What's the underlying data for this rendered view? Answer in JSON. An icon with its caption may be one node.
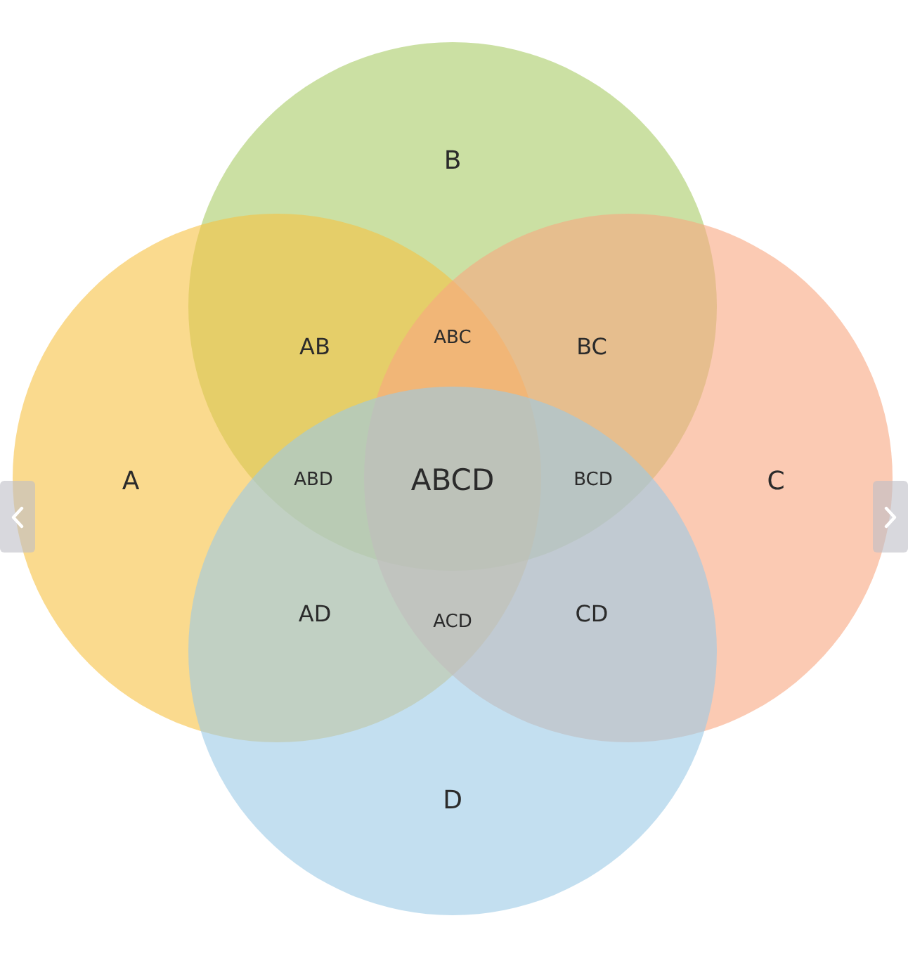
{
  "diagram": {
    "nodes": [
      {
        "text": [
          "B"
        ]
      },
      {
        "text": [
          "A"
        ]
      },
      {
        "text": [
          "C"
        ]
      },
      {
        "text": [
          "D"
        ]
      }
    ],
    "labels": [
      "AB",
      "ABC",
      "BC",
      "ABD",
      "ABCD",
      "BCD",
      "AD",
      "ACD",
      "CD"
    ]
  }
}
